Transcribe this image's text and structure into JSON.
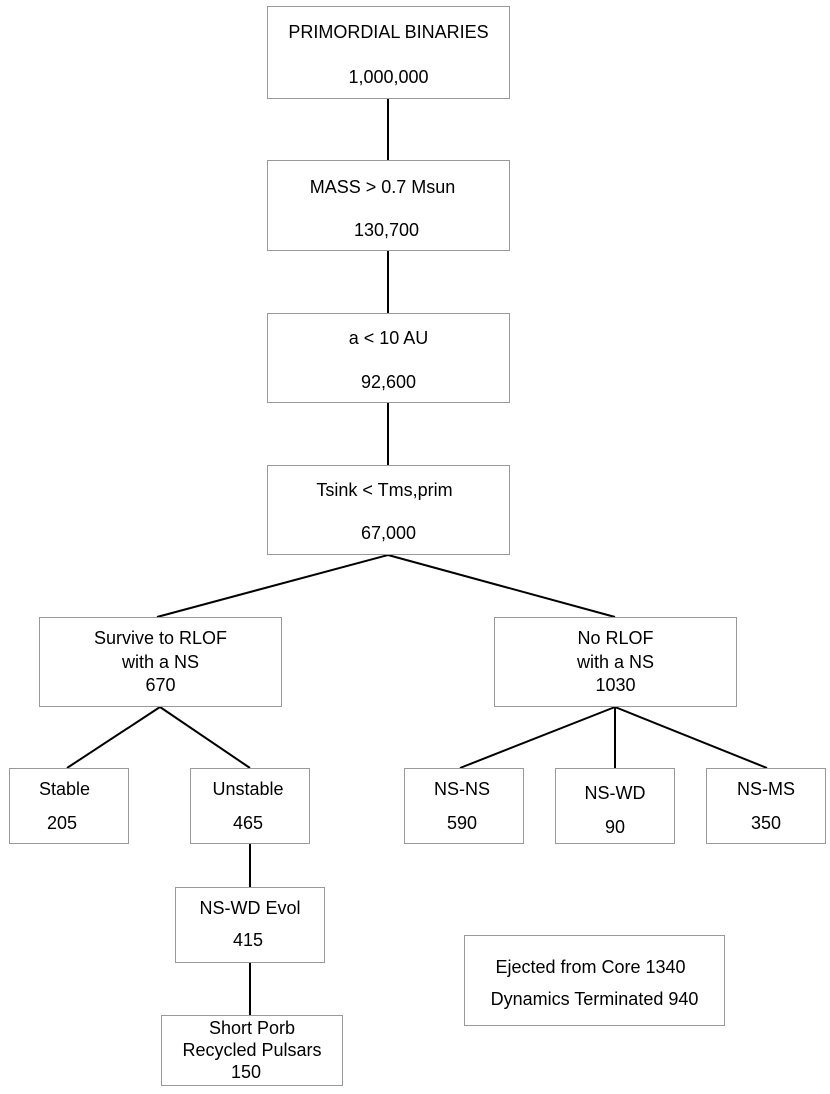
{
  "nodes": {
    "primordial": {
      "label": "PRIMORDIAL BINARIES",
      "count": "1,000,000"
    },
    "mass": {
      "label": "MASS > 0.7 Msun",
      "count": "130,700"
    },
    "semimajor": {
      "label": "a < 10 AU",
      "count": "92,600"
    },
    "tsink": {
      "label": "Tsink < Tms,prim",
      "count": "67,000"
    },
    "survive": {
      "label_line1": "Survive to RLOF",
      "label_line2": "with a NS",
      "count": "670"
    },
    "norlof": {
      "label_line1": "No RLOF",
      "label_line2": "with a NS",
      "count": "1030"
    },
    "stable": {
      "label": "Stable",
      "count": "205"
    },
    "unstable": {
      "label": "Unstable",
      "count": "465"
    },
    "nsns": {
      "label": "NS-NS",
      "count": "590"
    },
    "nswd": {
      "label": "NS-WD",
      "count": "90"
    },
    "nsms": {
      "label": "NS-MS",
      "count": "350"
    },
    "nswdevol": {
      "label": "NS-WD Evol",
      "count": "415"
    },
    "shortporb": {
      "label_line1": "Short Porb",
      "label_line2": "Recycled Pulsars",
      "count": "150"
    }
  },
  "note": {
    "line1": "Ejected from Core 1340",
    "line2": "Dynamics Terminated  940"
  }
}
